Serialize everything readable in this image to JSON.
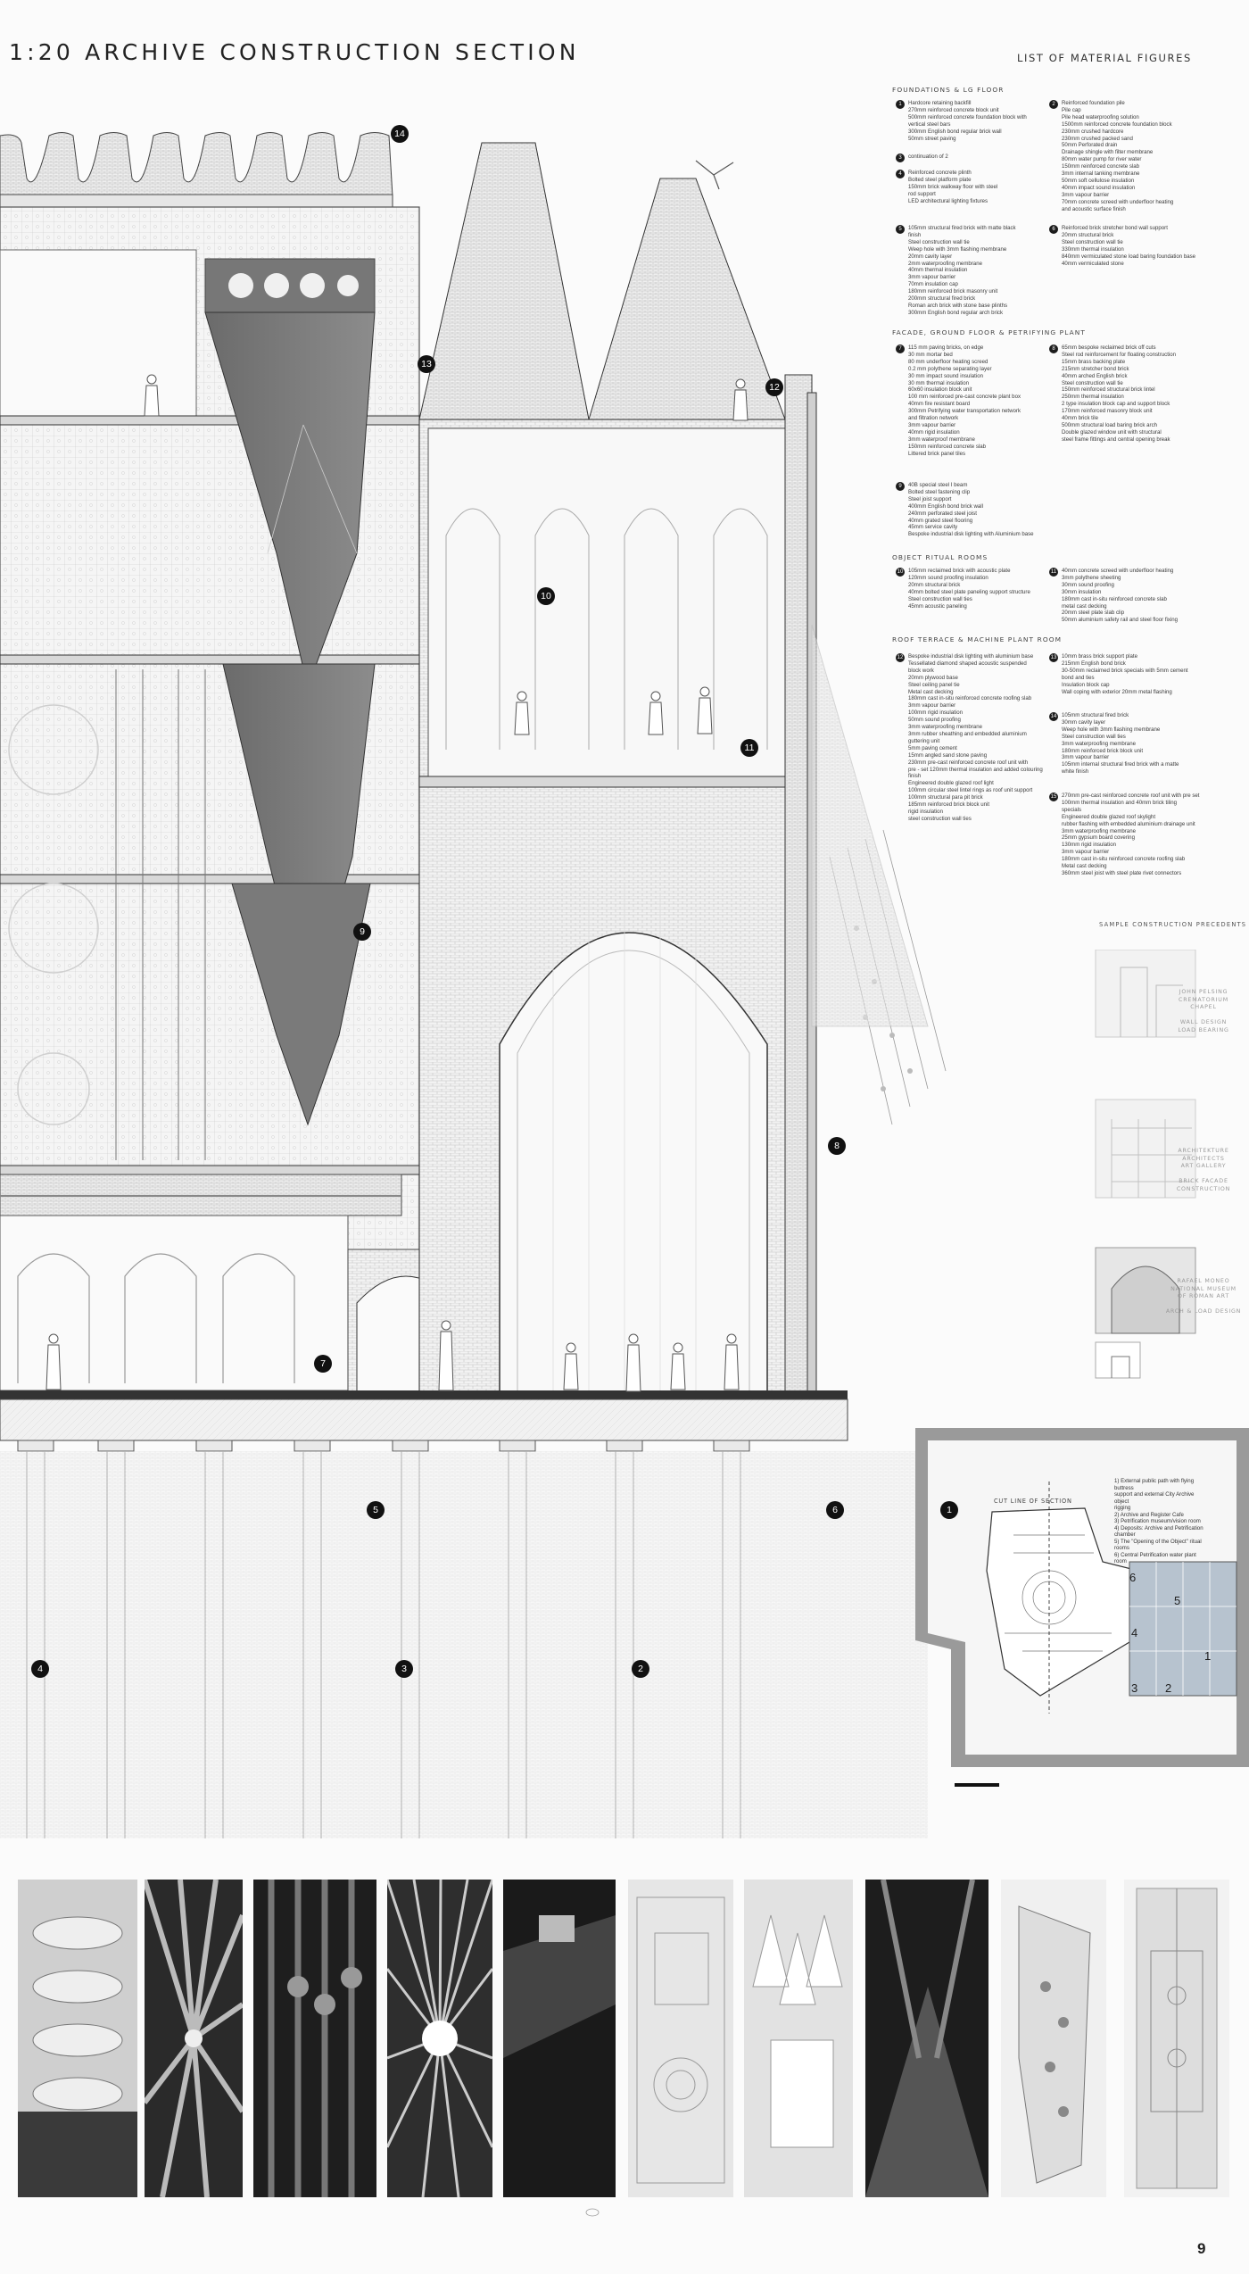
{
  "title": "1:20 ARCHIVE CONSTRUCTION SECTION",
  "materials_title": "LIST OF MATERIAL FIGURES",
  "page_number": "9",
  "sections": {
    "foundations": "FOUNDATIONS & LG FLOOR",
    "facade": "FACADE, GROUND FLOOR & PETRIFYING PLANT",
    "ritual": "OBJECT RITUAL ROOMS",
    "roof": "ROOF TERRACE & MACHINE PLANT ROOM"
  },
  "materials": [
    {
      "n": "1",
      "lines": [
        "Hardcore retaining backfill",
        "270mm reinforced concrete block unit",
        "500mm reinforced concrete foundation block with",
        "vertical steel bars",
        "300mm English bond regular brick wall",
        "50mm street paving"
      ]
    },
    {
      "n": "2",
      "lines": [
        "Reinforced foundation pile",
        "Pile cap",
        "Pile head waterproofing solution",
        "1500mm reinforced concrete foundation block",
        "230mm crushed hardcore",
        "230mm crushed packed sand",
        "50mm Perforated drain",
        "Drainage shingle with filter membrane",
        "80mm water pump for river water",
        "150mm reinforced concrete slab",
        "3mm internal tanking membrane",
        "50mm soft cellulose insulation",
        "40mm impact sound insulation",
        "3mm vapour barrier",
        "70mm concrete screed with underfloor heating",
        "and acoustic surface finish"
      ]
    },
    {
      "n": "3",
      "lines": [
        "continuation of 2"
      ]
    },
    {
      "n": "4",
      "lines": [
        "Reinforced concrete plinth",
        "Bolted steel platform plate",
        "150mm brick walkway floor with steel",
        "rod support",
        "LED architectural lighting fixtures"
      ]
    },
    {
      "n": "5",
      "lines": [
        "105mm structural fired brick with matte black",
        "finish",
        "Steel construction wall tie",
        "Weep hole with 3mm flashing membrane",
        "20mm cavity layer",
        "2mm waterproofing membrane",
        "40mm thermal insulation",
        "3mm vapour barrier",
        "70mm insulation cap",
        "180mm reinforced brick masonry unit",
        "200mm structural fired brick",
        "Roman arch brick with stone base plinths",
        "300mm English bond regular arch brick"
      ]
    },
    {
      "n": "6",
      "lines": [
        "Reinforced brick stretcher bond wall support",
        "20mm structural brick",
        "Steel construction wall tie",
        "330mm thermal insulation",
        "840mm vermiculated stone load baring foundation base",
        "40mm vermiculated stone"
      ]
    },
    {
      "n": "7",
      "lines": [
        "115 mm paving bricks, on edge",
        "30 mm mortar bed",
        "80 mm underfloor heating screed",
        "0.2 mm polythene separating layer",
        "30 mm impact sound insulation",
        "30 mm thermal insulation",
        "60x60 insulation block unit",
        "100 mm reinforced pre-cast concrete plant box",
        "40mm fire resistant board",
        "300mm Petrifying water transportation network",
        "and filtration network",
        "3mm vapour barrier",
        "40mm rigid insulation",
        "3mm waterproof membrane",
        "150mm reinforced concrete slab",
        "Littered brick panel tiles"
      ]
    },
    {
      "n": "8",
      "lines": [
        "65mm bespoke reclaimed brick off cuts",
        "Steel rod reinforcement for floating construction",
        "15mm brass backing plate",
        "215mm stretcher bond brick",
        "40mm arched English brick",
        "Steel construction wall tie",
        "150mm reinforced structural brick lintel",
        "250mm thermal insulation",
        "2 type insulation block cap and support block",
        "170mm reinforced masonry block unit",
        "40mm brick tile",
        "500mm structural load baring brick arch",
        "Double glazed window unit with structural",
        "steel frame fittings and central opening break"
      ]
    },
    {
      "n": "9",
      "lines": [
        "40B special steel I beam",
        "Bolted steel fastening clip",
        "Steel joist support",
        "400mm English bond brick wall",
        "240mm perforated steel joist",
        "40mm grated steel flooring",
        "45mm service cavity",
        "Bespoke industrial disk lighting with Aluminium base"
      ]
    },
    {
      "n": "10",
      "lines": [
        "105mm reclaimed brick with acoustic plate",
        "120mm sound proofing insulation",
        "20mm structural brick",
        "40mm bolted steel plate paneling support structure",
        "Steel construction wall ties",
        "45mm acoustic paneling"
      ]
    },
    {
      "n": "11",
      "lines": [
        "40mm concrete screed with underfloor heating",
        "3mm polythene sheeting",
        "30mm sound proofing",
        "30mm insulation",
        "180mm cast in-situ reinforced concrete slab",
        "metal cast decking",
        "20mm steel plate slab clip",
        "50mm aluminium safety rail and steel floor fixing"
      ]
    },
    {
      "n": "12",
      "lines": [
        "Bespoke industrial disk lighting with aluminium base",
        "Tessellated diamond shaped acoustic suspended",
        "block work",
        "20mm plywood base",
        "Steel ceiling panel tie",
        "Metal cast decking",
        "180mm cast in-situ reinforced concrete roofing slab",
        "3mm vapour barrier",
        "100mm rigid insulation",
        "50mm sound proofing",
        "3mm waterproofing membrane",
        "3mm rubber sheathing and embedded aluminium",
        "guttering unit",
        "5mm paving cement",
        "15mm angled sand stone paving",
        "230mm pre-cast reinforced concrete roof unit with",
        "pre - set 120mm thermal insulation and added colouring",
        "finish",
        "Engineered double glazed roof light",
        "100mm circular steel lintel rings as roof unit support",
        "100mm structural para pit brick",
        "185mm reinforced brick block unit",
        "rigid insulation",
        "steel construction wall ties"
      ]
    },
    {
      "n": "13",
      "lines": [
        "10mm brass brick support plate",
        "215mm English bond brick",
        "30-50mm reclaimed brick specials with 5mm cement",
        "bond and ties",
        "Insulation block cap",
        "Wall coping with exterior 20mm metal flashing"
      ]
    },
    {
      "n": "14",
      "lines": [
        "105mm structural fired brick",
        "30mm cavity layer",
        "Weep hole with 3mm flashing membrane",
        "Steel construction wall ties",
        "3mm waterproofing membrane",
        "180mm reinforced brick block unit",
        "3mm vapour barrier",
        "105mm internal structural fired brick with a matte",
        "white finish"
      ]
    },
    {
      "n": "15",
      "lines": [
        "270mm pre-cast reinforced concrete roof unit with pre set",
        "100mm thermal insulation and 40mm brick tiling",
        "specials",
        "Engineered double glazed roof skylight",
        "rubber flashing with embedded aluminium drainage unit",
        "3mm waterproofing membrane",
        "25mm gypsum board covering",
        "130mm rigid insulation",
        "3mm vapour barrier",
        "180mm cast in-situ reinforced concrete roofing slab",
        "Metal cast decking",
        "360mm steel joist with steel plate rivet connectors"
      ]
    }
  ],
  "precedents": {
    "title": "SAMPLE CONSTRUCTION PRECEDENTS",
    "items": [
      {
        "label": "JOHN PELSING\nCREMATORIUM\nCHAPEL\n\nWALL DESIGN\nLOAD BEARING"
      },
      {
        "label": "ARCHITEKTURE\nARCHITECTS\nART GALLERY\n\nBRICK FACADE\nCONSTRUCTION"
      },
      {
        "label": "RAFAEL MONEO\nNATIONAL MUSEUM\nOF ROMAN ART\n\nARCH & LOAD DESIGN"
      }
    ]
  },
  "cut_line_title": "CUT LINE OF SECTION",
  "cut_legend": [
    "1) External public path with flying buttress",
    "support and external City Archive object",
    "rigging",
    "2) Archive and Register Cafe",
    "3) Petrification museum/vision room",
    "4) Deposits: Archive and Petrification",
    "chamber",
    "5) The \"Opening of the Object\" ritual rooms",
    "6) Central Petrification water plant room"
  ],
  "section_tags": [
    "1",
    "2",
    "3",
    "4",
    "5",
    "6",
    "7",
    "8",
    "9",
    "10",
    "11",
    "12",
    "13",
    "14"
  ],
  "plan_numbers": [
    "1",
    "2",
    "3",
    "4",
    "5",
    "6"
  ],
  "render_tiles": [
    "spiral-stair",
    "fan-vault",
    "pipe-forest",
    "sunburst-oculus",
    "dark-archive",
    "model-plan",
    "model-roofs",
    "dark-perspective",
    "model-shell",
    "model-elevation"
  ]
}
